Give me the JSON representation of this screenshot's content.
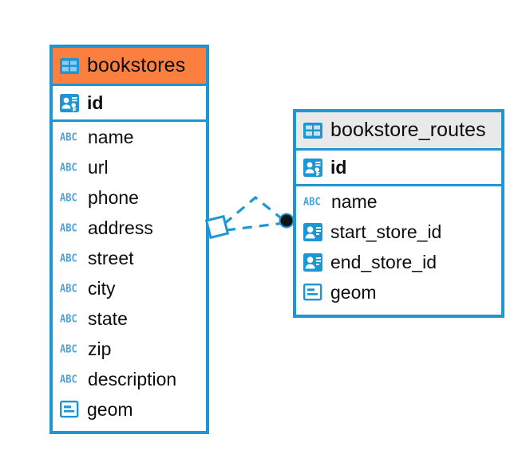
{
  "diagram": {
    "type": "entity-relationship-diagram",
    "background_color": "#FFFFFF",
    "accent_color": "#1D97D4",
    "highlight_color": "#FB8040",
    "header_gray": "#E9E9E9"
  },
  "entities": [
    {
      "name": "bookstores",
      "header_style": "orange",
      "selected": true,
      "fields": [
        {
          "label": "id",
          "icon": "primary-key-icon",
          "bold": true
        },
        {
          "label": "name",
          "icon": "abc-text-icon",
          "bold": false
        },
        {
          "label": "url",
          "icon": "abc-text-icon",
          "bold": false
        },
        {
          "label": "phone",
          "icon": "abc-text-icon",
          "bold": false
        },
        {
          "label": "address",
          "icon": "abc-text-icon",
          "bold": false
        },
        {
          "label": "street",
          "icon": "abc-text-icon",
          "bold": false
        },
        {
          "label": "city",
          "icon": "abc-text-icon",
          "bold": false
        },
        {
          "label": "state",
          "icon": "abc-text-icon",
          "bold": false
        },
        {
          "label": "zip",
          "icon": "abc-text-icon",
          "bold": false
        },
        {
          "label": "description",
          "icon": "abc-text-icon",
          "bold": false
        },
        {
          "label": "geom",
          "icon": "geometry-icon",
          "bold": false
        }
      ]
    },
    {
      "name": "bookstore_routes",
      "header_style": "gray",
      "selected": false,
      "fields": [
        {
          "label": "id",
          "icon": "primary-key-icon",
          "bold": true
        },
        {
          "label": "name",
          "icon": "abc-text-icon",
          "bold": false
        },
        {
          "label": "start_store_id",
          "icon": "foreign-key-icon",
          "bold": false
        },
        {
          "label": "end_store_id",
          "icon": "foreign-key-icon",
          "bold": false
        },
        {
          "label": "geom",
          "icon": "geometry-icon",
          "bold": false
        }
      ]
    }
  ],
  "relationship": {
    "style": "dashed",
    "color": "#1D97D4",
    "source_marker": "diamond-marker",
    "target_marker": "filled-circle-marker"
  },
  "icon_glyphs": {
    "abc-text-icon": "ABC"
  }
}
